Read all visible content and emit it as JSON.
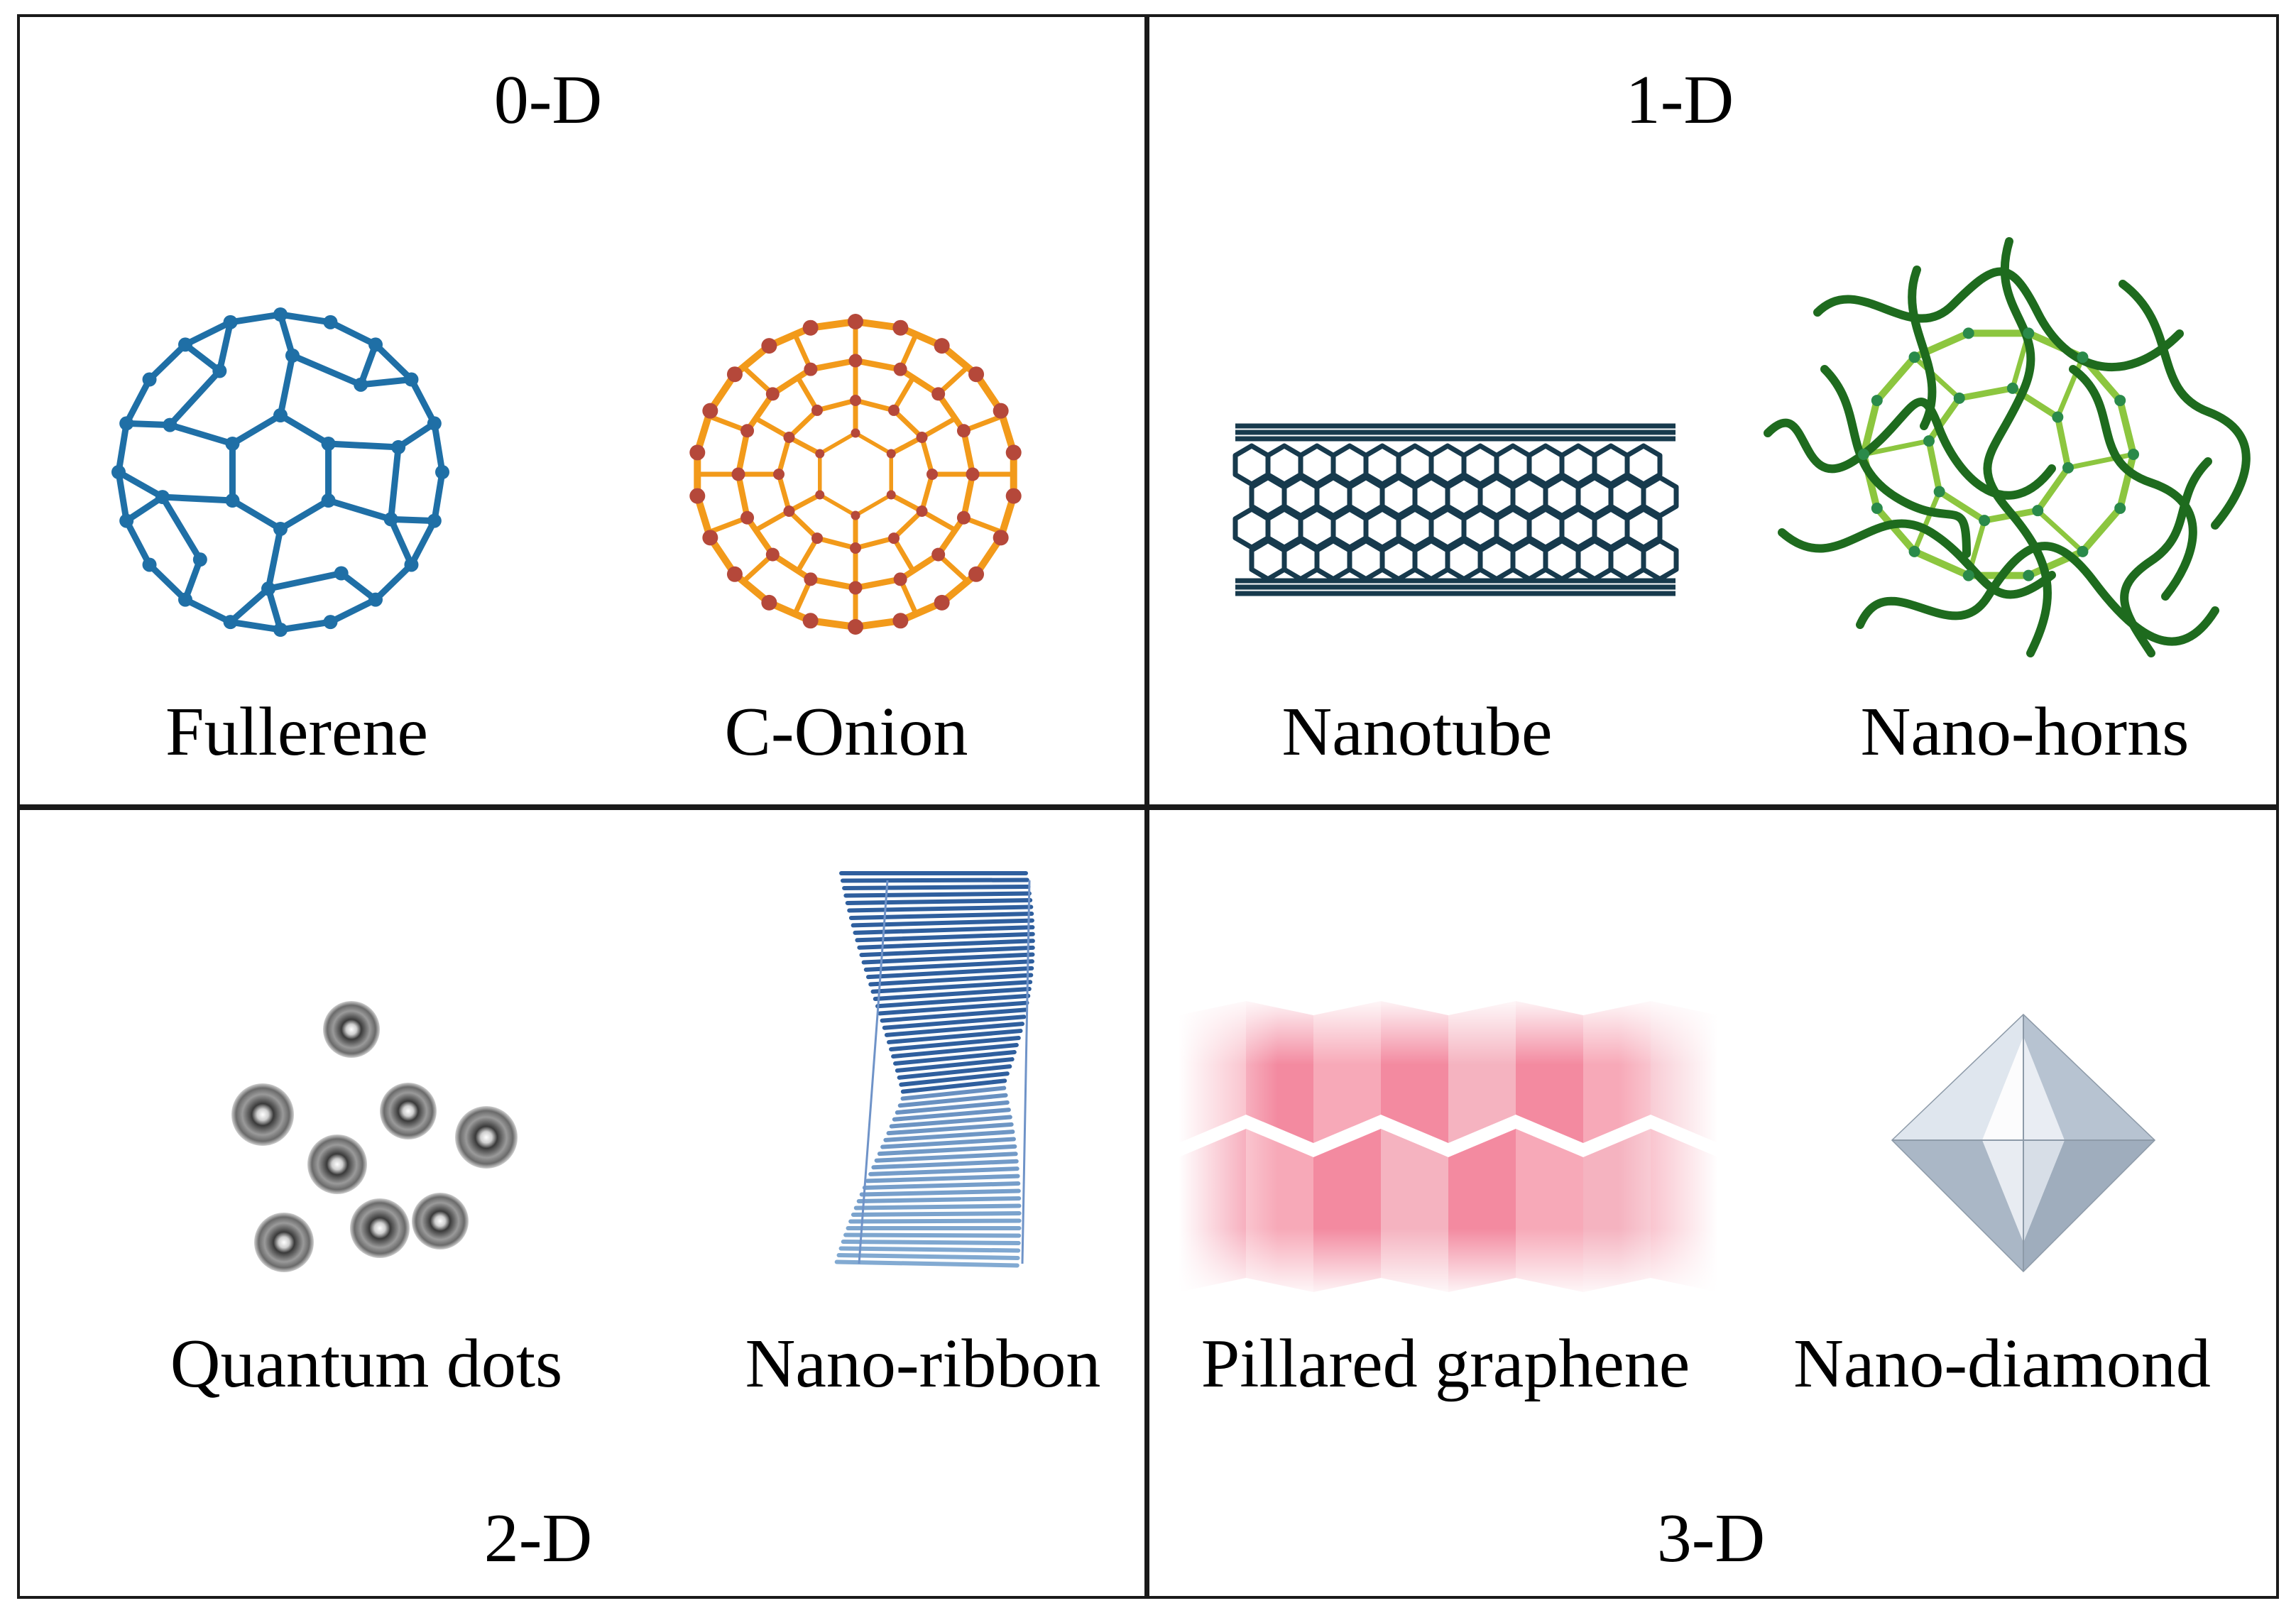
{
  "quadrants": {
    "top_left": {
      "title": "0-D",
      "items": [
        "Fullerene",
        "C-Onion"
      ]
    },
    "top_right": {
      "title": "1-D",
      "items": [
        "Nanotube",
        "Nano-horns"
      ]
    },
    "bottom_left": {
      "title": "2-D",
      "items": [
        "Quantum dots",
        "Nano-ribbon"
      ]
    },
    "bottom_right": {
      "title": "3-D",
      "items": [
        "Pillared graphene",
        "Nano-diamond"
      ]
    }
  },
  "colors": {
    "fullerene": "#1f6fa6",
    "c_onion_bond": "#f29a1a",
    "c_onion_atom": "#b5483a",
    "nanotube": "#173a4d",
    "nanohorn_dark": "#1e6b1e",
    "nanohorn_light": "#8cc63f",
    "quantum_dot": "#8a8a8a",
    "nanoribbon": "#2f5f9e",
    "pillared_graphene": "#f59aab",
    "nanodiamond": "#c9d3df"
  }
}
